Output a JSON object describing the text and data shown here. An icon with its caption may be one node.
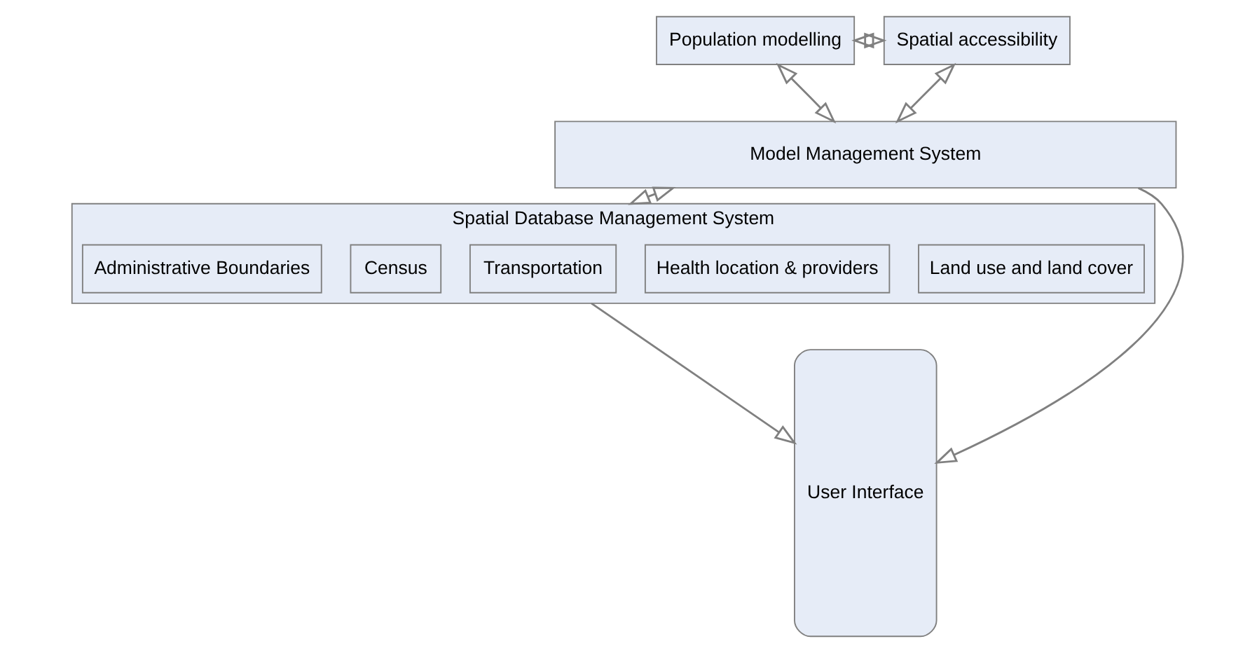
{
  "diagram": {
    "nodes": [
      {
        "text": [
          "Population modelling"
        ]
      },
      {
        "text": [
          "Spatial accessibility"
        ]
      },
      {
        "text": [
          "Model Management System"
        ]
      },
      {
        "text": [
          "Spatial Database Management System"
        ]
      },
      {
        "text": [
          "Land use and land cover"
        ],
        "in": 3
      },
      {
        "text": [
          "Health location & providers"
        ],
        "in": 3
      },
      {
        "text": [
          "Transportation"
        ],
        "in": 3
      },
      {
        "text": [
          "Census"
        ],
        "in": 3
      },
      {
        "text": [
          "Administrative Boundaries"
        ],
        "in": 3
      },
      {
        "text": [
          "User Interface"
        ]
      }
    ],
    "edges": [
      {
        "from": 0,
        "to": 1,
        "arrow": "both"
      },
      {
        "from": 0,
        "to": 2,
        "arrow": "both"
      },
      {
        "from": 1,
        "to": 2,
        "arrow": "both"
      },
      {
        "from": 2,
        "to": 3,
        "arrow": "both"
      },
      {
        "from": 2,
        "to": 9,
        "arrow": "to"
      },
      {
        "from": 3,
        "to": 9,
        "arrow": "to"
      }
    ]
  }
}
